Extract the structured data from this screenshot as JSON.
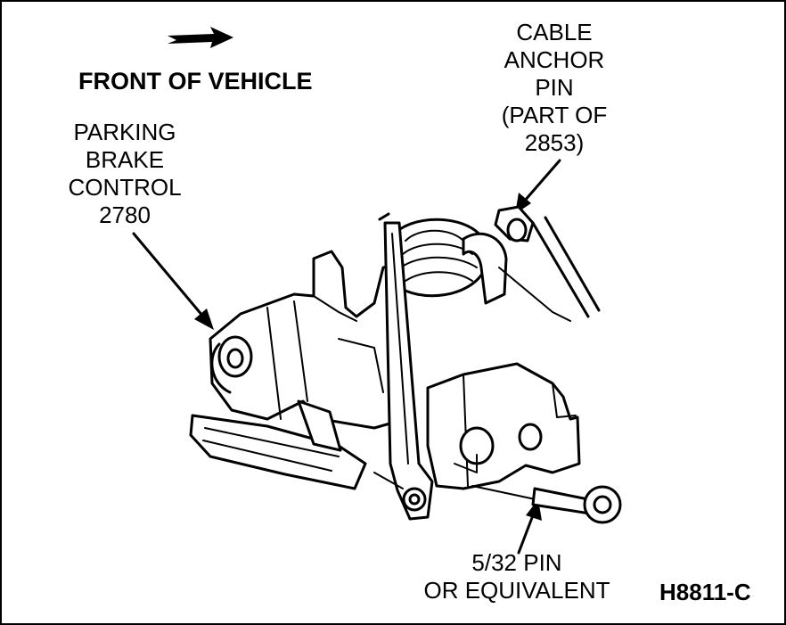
{
  "labels": {
    "front_of_vehicle": "FRONT OF VEHICLE",
    "parking_brake_control": [
      "PARKING",
      "BRAKE",
      "CONTROL",
      "2780"
    ],
    "cable_anchor_pin": [
      "CABLE",
      "ANCHOR",
      "PIN",
      "(PART OF",
      "2853)"
    ],
    "pin": [
      "5/32 PIN",
      "OR EQUIVALENT"
    ],
    "figure_code": "H8811-C"
  },
  "icons": {
    "direction_arrow": "arrow-right-icon"
  }
}
